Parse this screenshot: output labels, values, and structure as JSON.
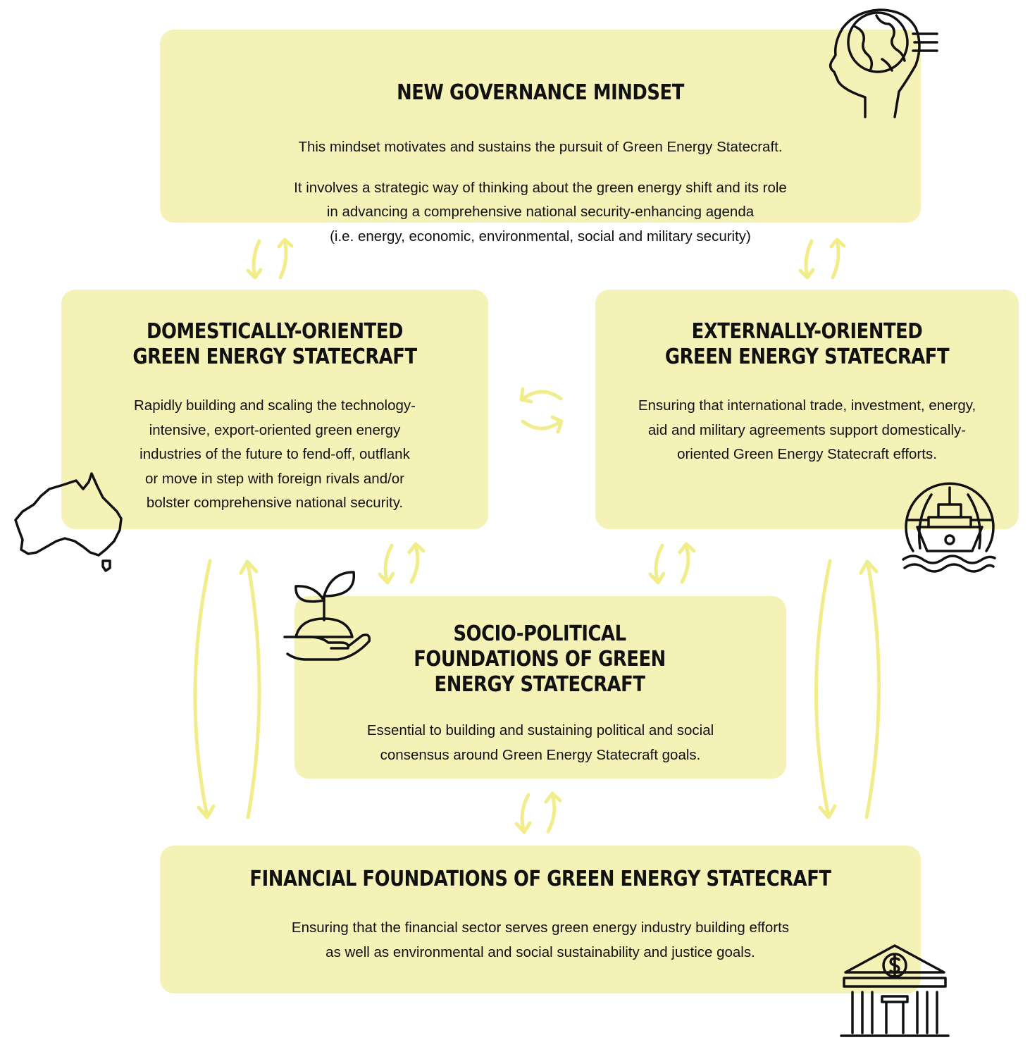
{
  "boxes": {
    "governance": {
      "title": "NEW GOVERNANCE MINDSET",
      "paragraph1": "This mindset motivates and sustains the pursuit of Green Energy Statecraft.",
      "paragraph2_lines": [
        "It involves a strategic way of thinking about the green energy shift and its role",
        "in advancing a comprehensive national security-enhancing agenda",
        "(i.e. energy, economic, environmental, social and military security)"
      ]
    },
    "domestic": {
      "title_lines": [
        "DOMESTICALLY-ORIENTED",
        "GREEN ENERGY STATECRAFT"
      ],
      "body_lines": [
        "Rapidly building and scaling the technology-",
        "intensive, export-oriented green energy",
        "industries of the future to fend-off, outflank",
        "or move in step with foreign rivals and/or",
        "bolster comprehensive national security."
      ]
    },
    "external": {
      "title_lines": [
        "EXTERNALLY-ORIENTED",
        "GREEN ENERGY STATECRAFT"
      ],
      "body_lines": [
        "Ensuring that international trade, investment, energy,",
        "aid and military agreements support domestically-",
        "oriented Green Energy Statecraft efforts."
      ]
    },
    "socio": {
      "title_lines": [
        "SOCIO-POLITICAL",
        "FOUNDATIONS OF GREEN",
        "ENERGY STATECRAFT"
      ],
      "body_lines": [
        "Essential to building and sustaining political and social",
        "consensus around Green Energy Statecraft goals."
      ]
    },
    "financial": {
      "title": "FINANCIAL FOUNDATIONS OF GREEN ENERGY STATECRAFT",
      "body_lines": [
        "Ensuring that the financial sector serves green energy industry building efforts",
        "as well as environmental and social sustainability and justice goals."
      ]
    }
  },
  "icons": [
    "head-globe-icon",
    "australia-map-icon",
    "globe-ship-icon",
    "plant-in-hand-icon",
    "bank-dollar-icon"
  ],
  "colors": {
    "box_fill": "#f5f2b7",
    "arrow": "#f0ed8a",
    "text": "#111111"
  }
}
